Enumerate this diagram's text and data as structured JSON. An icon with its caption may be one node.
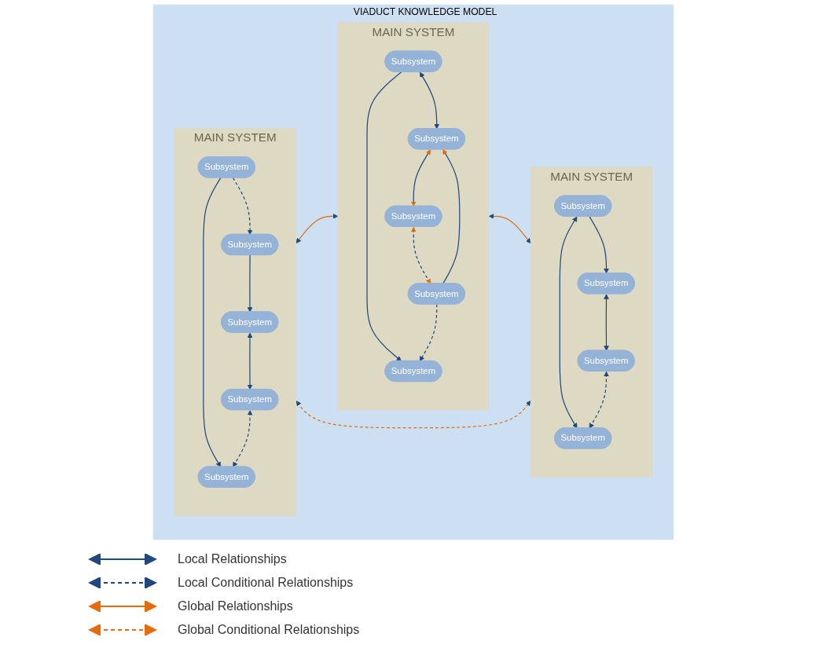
{
  "diagram": {
    "nodes": [
      {
        "text": [
          "VIADUCT KNOWLEDGE MODEL"
        ]
      },
      {
        "text": [
          "MAIN SYSTEM"
        ],
        "in": 0
      },
      {
        "text": [
          "Subsystem"
        ],
        "in": 1
      },
      {
        "text": [
          "Subsystem"
        ],
        "in": 1
      },
      {
        "text": [
          "Subsystem"
        ],
        "in": 1
      },
      {
        "text": [
          "Subsystem"
        ],
        "in": 1
      },
      {
        "text": [
          "Subsystem"
        ],
        "in": 1
      },
      {
        "text": [
          "MAIN SYSTEM"
        ],
        "in": 0
      },
      {
        "text": [
          "Subsystem"
        ],
        "in": 7
      },
      {
        "text": [
          "Subsystem"
        ],
        "in": 7
      },
      {
        "text": [
          "Subsystem"
        ],
        "in": 7
      },
      {
        "text": [
          "Subsystem"
        ],
        "in": 7
      },
      {
        "text": [
          "Subsystem"
        ],
        "in": 7
      },
      {
        "text": [
          "MAIN SYSTEM"
        ],
        "in": 0
      },
      {
        "text": [
          "Subsystem"
        ],
        "in": 13
      },
      {
        "text": [
          "Subsystem"
        ],
        "in": 13
      },
      {
        "text": [
          "Subsystem"
        ],
        "in": 13
      },
      {
        "text": [
          "Subsystem"
        ],
        "in": 13
      }
    ],
    "edges": [
      {
        "from": 3,
        "to": 2,
        "arrow": "to",
        "style": "dashed"
      },
      {
        "from": 2,
        "to": 4,
        "arrow": "to"
      },
      {
        "from": 3,
        "to": 5,
        "arrow": "to"
      },
      {
        "from": 4,
        "to": 6,
        "arrow": "both"
      },
      {
        "from": 6,
        "to": 5,
        "arrow": "both",
        "style": "dashed"
      },
      {
        "from": 8,
        "to": 9,
        "arrow": "to"
      },
      {
        "from": 11,
        "to": 9,
        "arrow": "to",
        "style": "dashed"
      },
      {
        "from": 8,
        "to": 10,
        "arrow": "both"
      },
      {
        "from": 11,
        "to": 10,
        "arrow": "to"
      },
      {
        "from": 10,
        "to": 12,
        "arrow": "both"
      },
      {
        "from": 12,
        "to": 11,
        "arrow": "both",
        "style": "dashed"
      },
      {
        "from": 15,
        "to": 14,
        "arrow": "to"
      },
      {
        "from": 14,
        "to": 17,
        "arrow": "both"
      },
      {
        "from": 15,
        "to": 16,
        "arrow": "both"
      },
      {
        "from": 17,
        "to": 16,
        "arrow": "both",
        "style": "dashed"
      },
      {
        "from": 1,
        "to": 7,
        "arrow": "both",
        "color": "#e46c0a"
      },
      {
        "from": 7,
        "to": 13,
        "arrow": "both",
        "color": "#e46c0a"
      },
      {
        "from": 1,
        "to": 13,
        "arrow": "both",
        "style": "dashed",
        "color": "#e46c0a"
      }
    ],
    "legend": [
      {
        "text": "Local Relationships"
      },
      {
        "text": "Local Conditional Relationships"
      },
      {
        "text": "Global Relationships"
      },
      {
        "text": "Global Conditional Relationships"
      }
    ]
  }
}
